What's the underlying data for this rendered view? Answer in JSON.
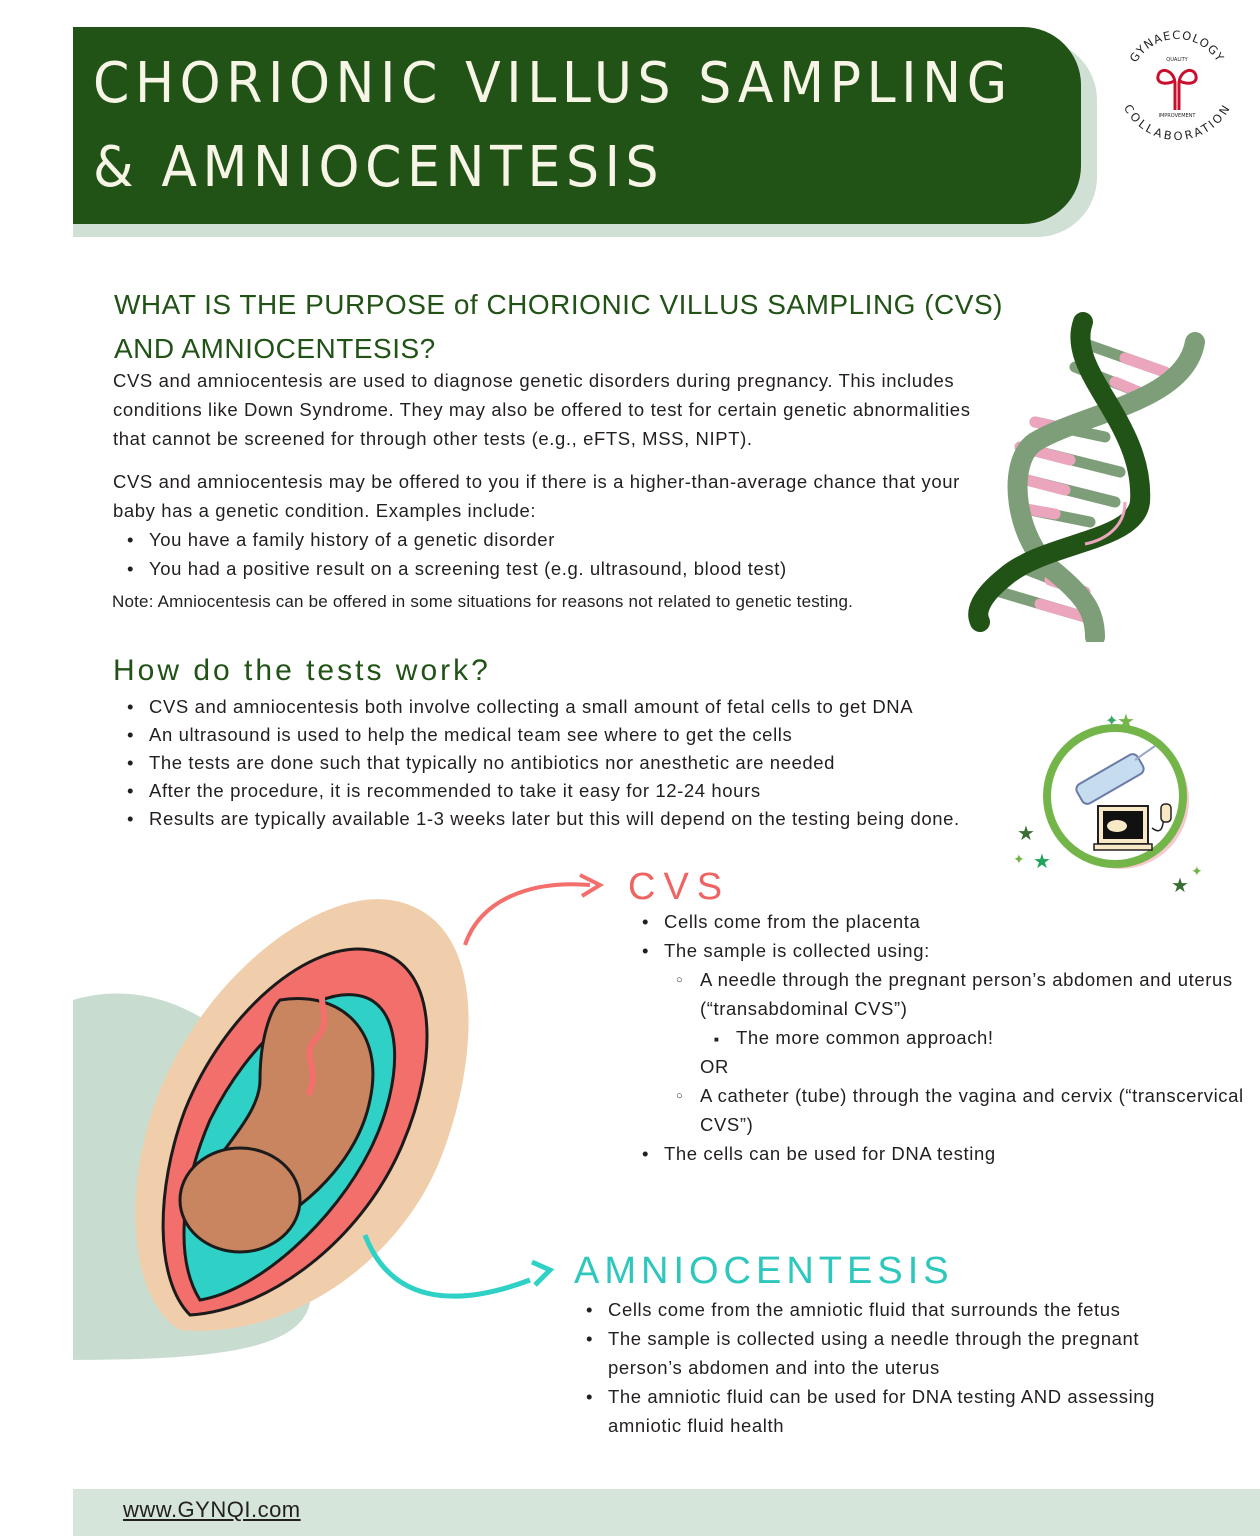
{
  "header": {
    "title_line1": "CHORIONIC VILLUS SAMPLING",
    "title_line2": "& AMNIOCENTESIS",
    "banner_color": "#215216"
  },
  "logo": {
    "top_arc": "GYNAECOLOGY",
    "inner_top": "QUALITY",
    "inner_bottom": "IMPROVEMENT",
    "bottom_arc": "COLLABORATION",
    "symbol_color": "#c8102e"
  },
  "purpose": {
    "heading_line1": "WHAT IS THE PURPOSE of CHORIONIC VILLUS SAMPLING (CVS)",
    "heading_line2": "AND AMNIOCENTESIS?",
    "paragraph1": "CVS and amniocentesis are used to diagnose genetic disorders during pregnancy. This includes conditions like Down Syndrome. They may also be offered to test for certain genetic abnormalities that cannot be screened for through other tests (e.g., eFTS, MSS, NIPT).",
    "paragraph2": "CVS and amniocentesis may be offered to you if there is a higher-than-average chance that your baby has a genetic condition. Examples include:",
    "examples": [
      "You have a family history of a genetic disorder",
      "You had a positive result on a screening test (e.g. ultrasound, blood test)"
    ],
    "note": "Note: Amniocentesis can be offered in some situations for reasons not related to genetic testing."
  },
  "how": {
    "heading": "How do the tests work?",
    "items": [
      "CVS and amniocentesis both involve collecting a small amount of fetal cells to get DNA",
      "An ultrasound is used to help the medical team see where to get the cells",
      "The tests are done such that typically no antibiotics nor anesthetic are needed",
      "After the procedure, it is recommended to take it easy for 12-24 hours",
      "Results are typically available 1-3 weeks later but this will depend on the testing being done."
    ]
  },
  "cvs": {
    "heading": "CVS",
    "color": "#ee6463",
    "item1": "Cells come from the placenta",
    "item2": "The sample is collected using:",
    "method1": "A needle through the pregnant person’s abdomen and uterus (“transabdominal CVS”)",
    "method1_note": "The more common approach!",
    "or_label": "OR",
    "method2": "A catheter (tube) through the vagina and cervix (“transcervical CVS”)",
    "item3": "The cells can be used for DNA testing"
  },
  "amnio": {
    "heading": "AMNIOCENTESIS",
    "color": "#2ec7bd",
    "items": [
      "Cells come from the amniotic fluid that surrounds the fetus",
      "The sample is collected using a needle through the pregnant person’s abdomen and into the uterus",
      "The amniotic fluid can be used for DNA testing AND assessing amniotic fluid health"
    ]
  },
  "footer": {
    "link": "www.GYNQI.com"
  }
}
